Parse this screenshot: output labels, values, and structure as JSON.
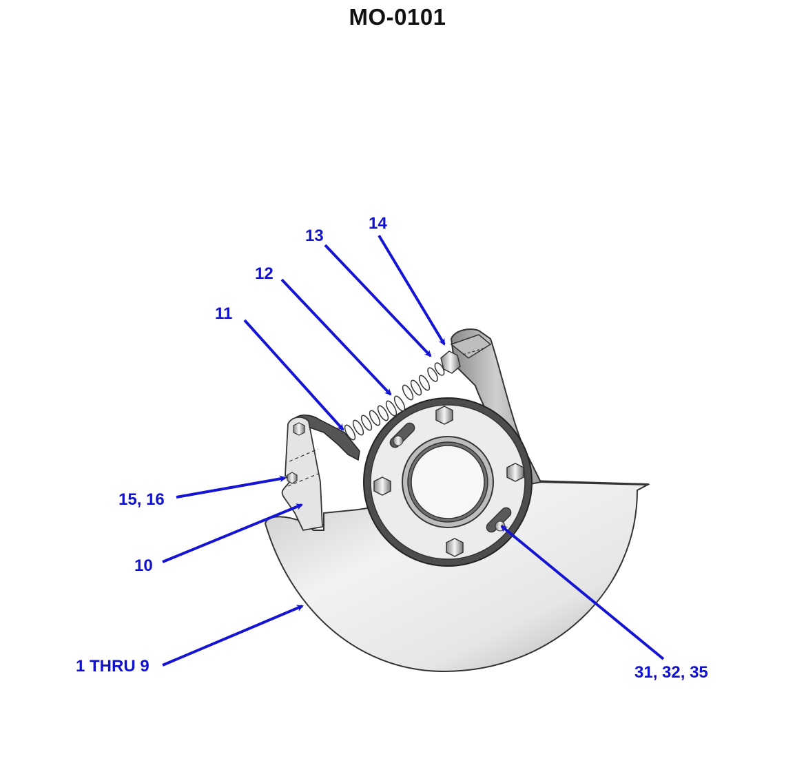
{
  "title": "MO-0101",
  "colors": {
    "callout": "#1111cc",
    "leader": "#1414d2",
    "outline": "#333333",
    "part_dark": "#555555",
    "part_light": "#e8e8e8"
  },
  "callouts": [
    {
      "id": "c11",
      "label": "11"
    },
    {
      "id": "c12",
      "label": "12"
    },
    {
      "id": "c13",
      "label": "13"
    },
    {
      "id": "c14",
      "label": "14"
    },
    {
      "id": "c15",
      "label": "15, 16"
    },
    {
      "id": "c10",
      "label": "10"
    },
    {
      "id": "c1",
      "label": "1 THRU 9"
    },
    {
      "id": "c31",
      "label": "31, 32, 35"
    }
  ]
}
